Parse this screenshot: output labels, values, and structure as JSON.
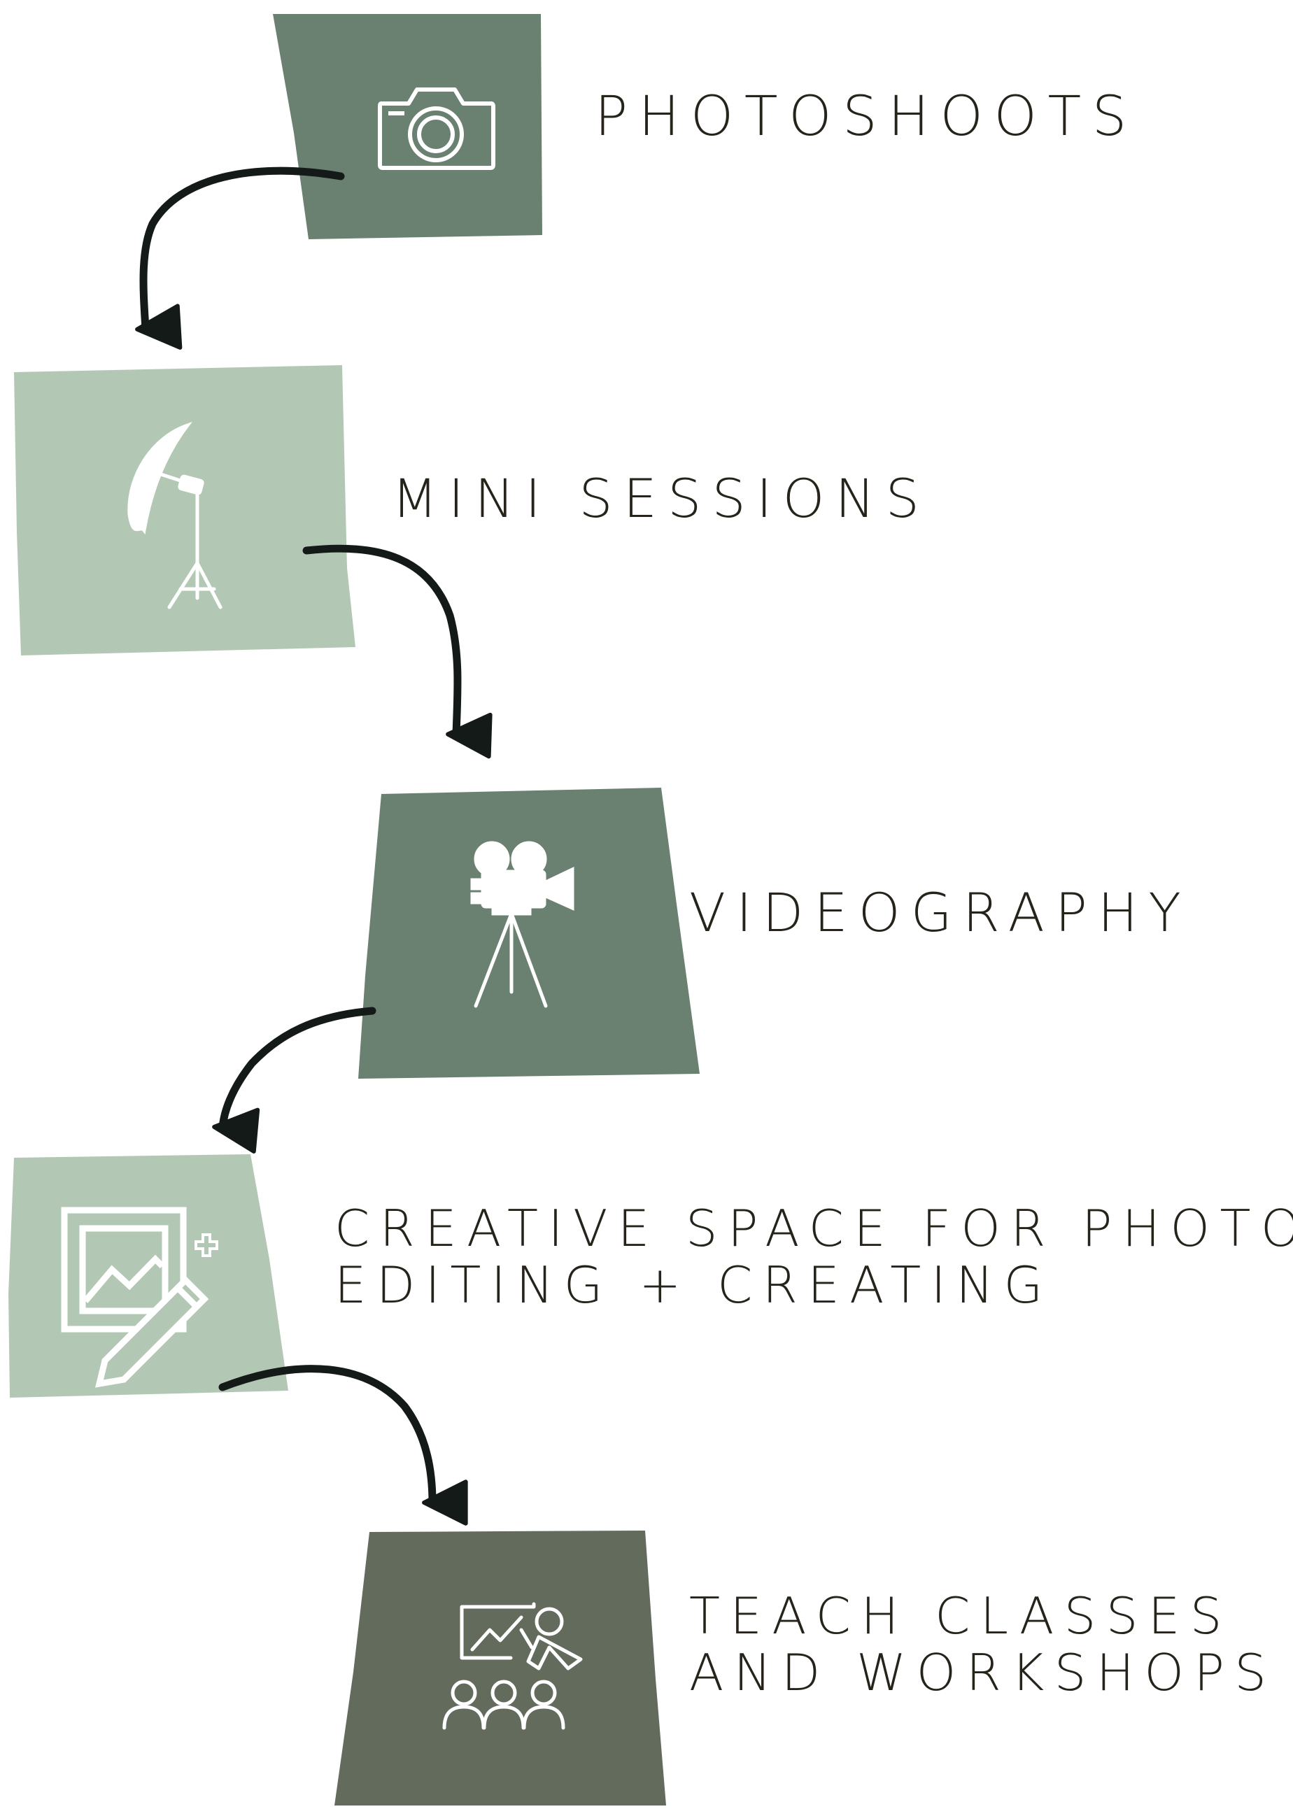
{
  "steps": [
    {
      "label_lines": [
        "PHOTOSHOOTS"
      ],
      "icon": "camera-icon",
      "color": "#6a8070"
    },
    {
      "label_lines": [
        "MINI SESSIONS"
      ],
      "icon": "studio-umbrella-light-icon",
      "color": "#b3c8b4"
    },
    {
      "label_lines": [
        "VIDEOGRAPHY"
      ],
      "icon": "film-camera-tripod-icon",
      "color": "#6a8070"
    },
    {
      "label_lines": [
        "CREATIVE SPACE FOR PHOTO",
        "EDITING + CREATING"
      ],
      "icon": "image-edit-icon",
      "color": "#b3c8b4"
    },
    {
      "label_lines": [
        "TEACH CLASSES",
        "AND WORKSHOPS"
      ],
      "icon": "teacher-presentation-icon",
      "color": "#626b5c"
    }
  ],
  "colors": {
    "text": "#25231a",
    "arrow": "#141a17",
    "icon_stroke": "#ffffff"
  }
}
